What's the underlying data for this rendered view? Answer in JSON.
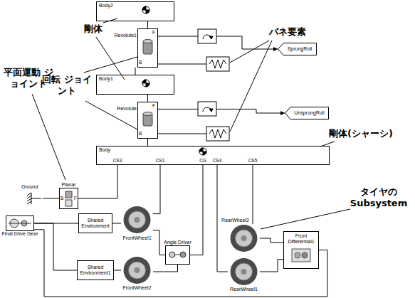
{
  "diagram": {
    "nodes": [
      {
        "text": [
          "Body2"
        ]
      },
      {
        "text": [
          "Revolute1"
        ]
      },
      {
        "text": [
          "Body1"
        ]
      },
      {
        "text": [
          "Revolute"
        ]
      },
      {
        "text": [
          "Body"
        ]
      },
      {
        "text": [
          "SprungRoll"
        ]
      },
      {
        "text": [
          "UnsprungRoll"
        ]
      },
      {
        "text": [
          "Ground"
        ]
      },
      {
        "text": [
          "Planar"
        ]
      },
      {
        "text": [
          "Final Drive Gear"
        ]
      },
      {
        "text": [
          "Shared Environment"
        ]
      },
      {
        "text": [
          "FrontWheel1"
        ]
      },
      {
        "text": [
          "Angle Driver"
        ]
      },
      {
        "text": [
          "Shared Environment1"
        ]
      },
      {
        "text": [
          "FrontWheel2"
        ]
      },
      {
        "text": [
          "RearWheel2"
        ]
      },
      {
        "text": [
          "Front Differential1"
        ]
      },
      {
        "text": [
          "RearWheel1"
        ]
      }
    ],
    "edges": [
      {
        "from": 0,
        "to": 1,
        "arrow": "none"
      },
      {
        "from": 1,
        "to": 2,
        "arrow": "none"
      },
      {
        "from": 2,
        "to": 3,
        "arrow": "none"
      },
      {
        "from": 3,
        "to": 4,
        "arrow": "none"
      },
      {
        "from": 1,
        "to": 5,
        "arrow": "to"
      },
      {
        "from": 3,
        "to": 6,
        "arrow": "to"
      },
      {
        "from": 4,
        "to": 8,
        "arrow": "none"
      },
      {
        "from": 7,
        "to": 8,
        "arrow": "none"
      },
      {
        "from": 4,
        "to": 11,
        "arrow": "none"
      },
      {
        "from": 4,
        "to": 12,
        "arrow": "none"
      },
      {
        "from": 11,
        "to": 12,
        "arrow": "none"
      },
      {
        "from": 12,
        "to": 14,
        "arrow": "none"
      },
      {
        "from": 9,
        "to": 10,
        "arrow": "none"
      },
      {
        "from": 10,
        "to": 11,
        "arrow": "none"
      },
      {
        "from": 9,
        "to": 13,
        "arrow": "none"
      },
      {
        "from": 13,
        "to": 14,
        "arrow": "none"
      },
      {
        "from": 4,
        "to": 17,
        "arrow": "none"
      },
      {
        "from": 4,
        "to": 15,
        "arrow": "none"
      },
      {
        "from": 15,
        "to": 16,
        "arrow": "none"
      },
      {
        "from": 17,
        "to": 16,
        "arrow": "none"
      },
      {
        "from": 16,
        "to": 9,
        "arrow": "none"
      }
    ],
    "labels": [
      "剛体",
      "回転 ジョイント",
      "バネ要素",
      "平面運動 ジョイント",
      "剛体(シャーシ)",
      "タイヤの Subsystem",
      "CS3",
      "CS1",
      "CG",
      "CS4",
      "CS5",
      "B",
      "F",
      "B",
      "F",
      "B",
      "F"
    ]
  }
}
